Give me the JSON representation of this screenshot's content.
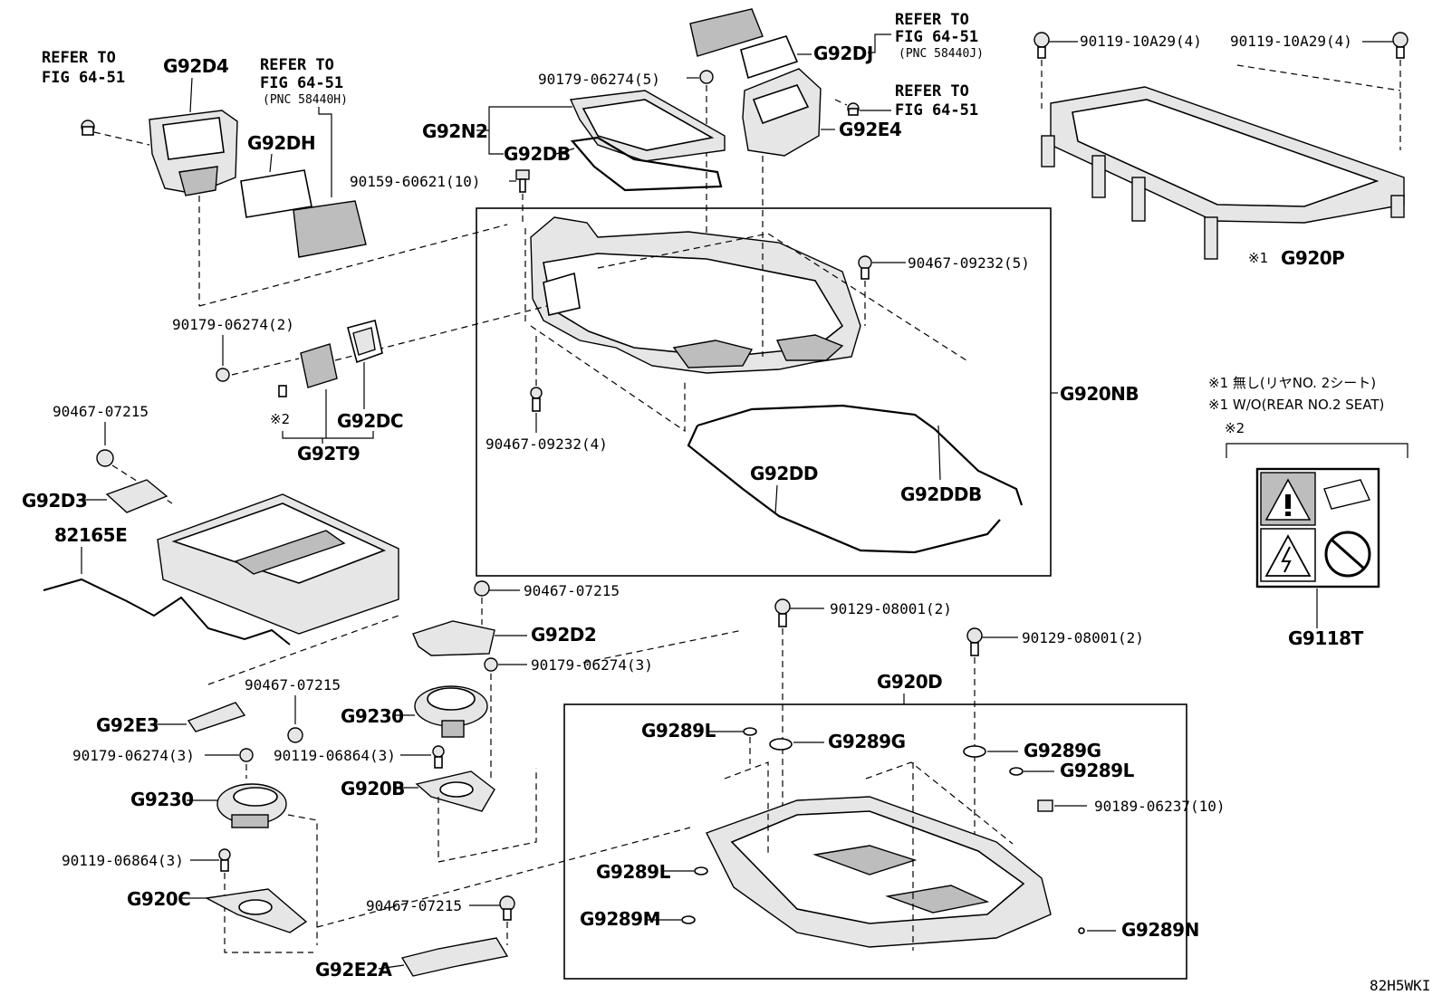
{
  "diagram_id": "82H5WKI",
  "notes": {
    "line1": "※1 無し(リヤNO. 2シート)",
    "line2": "※1 W/O(REAR NO.2 SEAT)",
    "mark2": "※2",
    "mark1": "※1"
  },
  "refs": {
    "top_left": [
      "REFER TO",
      "FIG 64-51"
    ],
    "mid_left": [
      "REFER TO",
      "FIG 64-51",
      "(PNC 58440H)"
    ],
    "top_center": [
      "REFER TO",
      "FIG 64-51",
      "(PNC 58440J)"
    ],
    "right_center": [
      "REFER TO",
      "FIG 64-51"
    ]
  },
  "labels": {
    "g92d4": "G92D4",
    "g92dh": "G92DH",
    "g92dj": "G92DJ",
    "g92e4": "G92E4",
    "g92n2": "G92N2",
    "g92db": "G92DB",
    "p90179_5": "90179-06274(5)",
    "p90159": "90159-60621(10)",
    "p90119_10a29_a": "90119-10A29(4)",
    "p90119_10a29_b": "90119-10A29(4)",
    "g920p": "G920P",
    "p90467_09232_5": "90467-09232(5)",
    "p90179_2": "90179-06274(2)",
    "g92dc": "G92DC",
    "g92t9": "G92T9",
    "mark2_small": "※2",
    "g920nb": "G920NB",
    "p90467_09232_4": "90467-09232(4)",
    "g92dd": "G92DD",
    "g92ddb": "G92DDB",
    "p90467_07215_a": "90467-07215",
    "g92d3": "G92D3",
    "p82165e": "82165E",
    "p90467_07215_b": "90467-07215",
    "g92d2": "G92D2",
    "p90179_3a": "90179-06274(3)",
    "p90467_07215_c": "90467-07215",
    "g92e3": "G92E3",
    "g9230_a": "G9230",
    "p90179_3b": "90179-06274(3)",
    "p90119_06864_a": "90119-06864(3)",
    "g920b": "G920B",
    "g9230_b": "G9230",
    "p90119_06864_b": "90119-06864(3)",
    "g920c": "G920C",
    "p90467_07215_d": "90467-07215",
    "g92e2a": "G92E2A",
    "p90129_a": "90129-08001(2)",
    "p90129_b": "90129-08001(2)",
    "g920d": "G920D",
    "g9289l_a": "G9289L",
    "g9289g_a": "G9289G",
    "g9289g_b": "G9289G",
    "g9289l_b": "G9289L",
    "p90189": "90189-06237(10)",
    "g9289l_c": "G9289L",
    "g9289m": "G9289M",
    "g9289n": "G9289N",
    "g9118t": "G9118T"
  }
}
